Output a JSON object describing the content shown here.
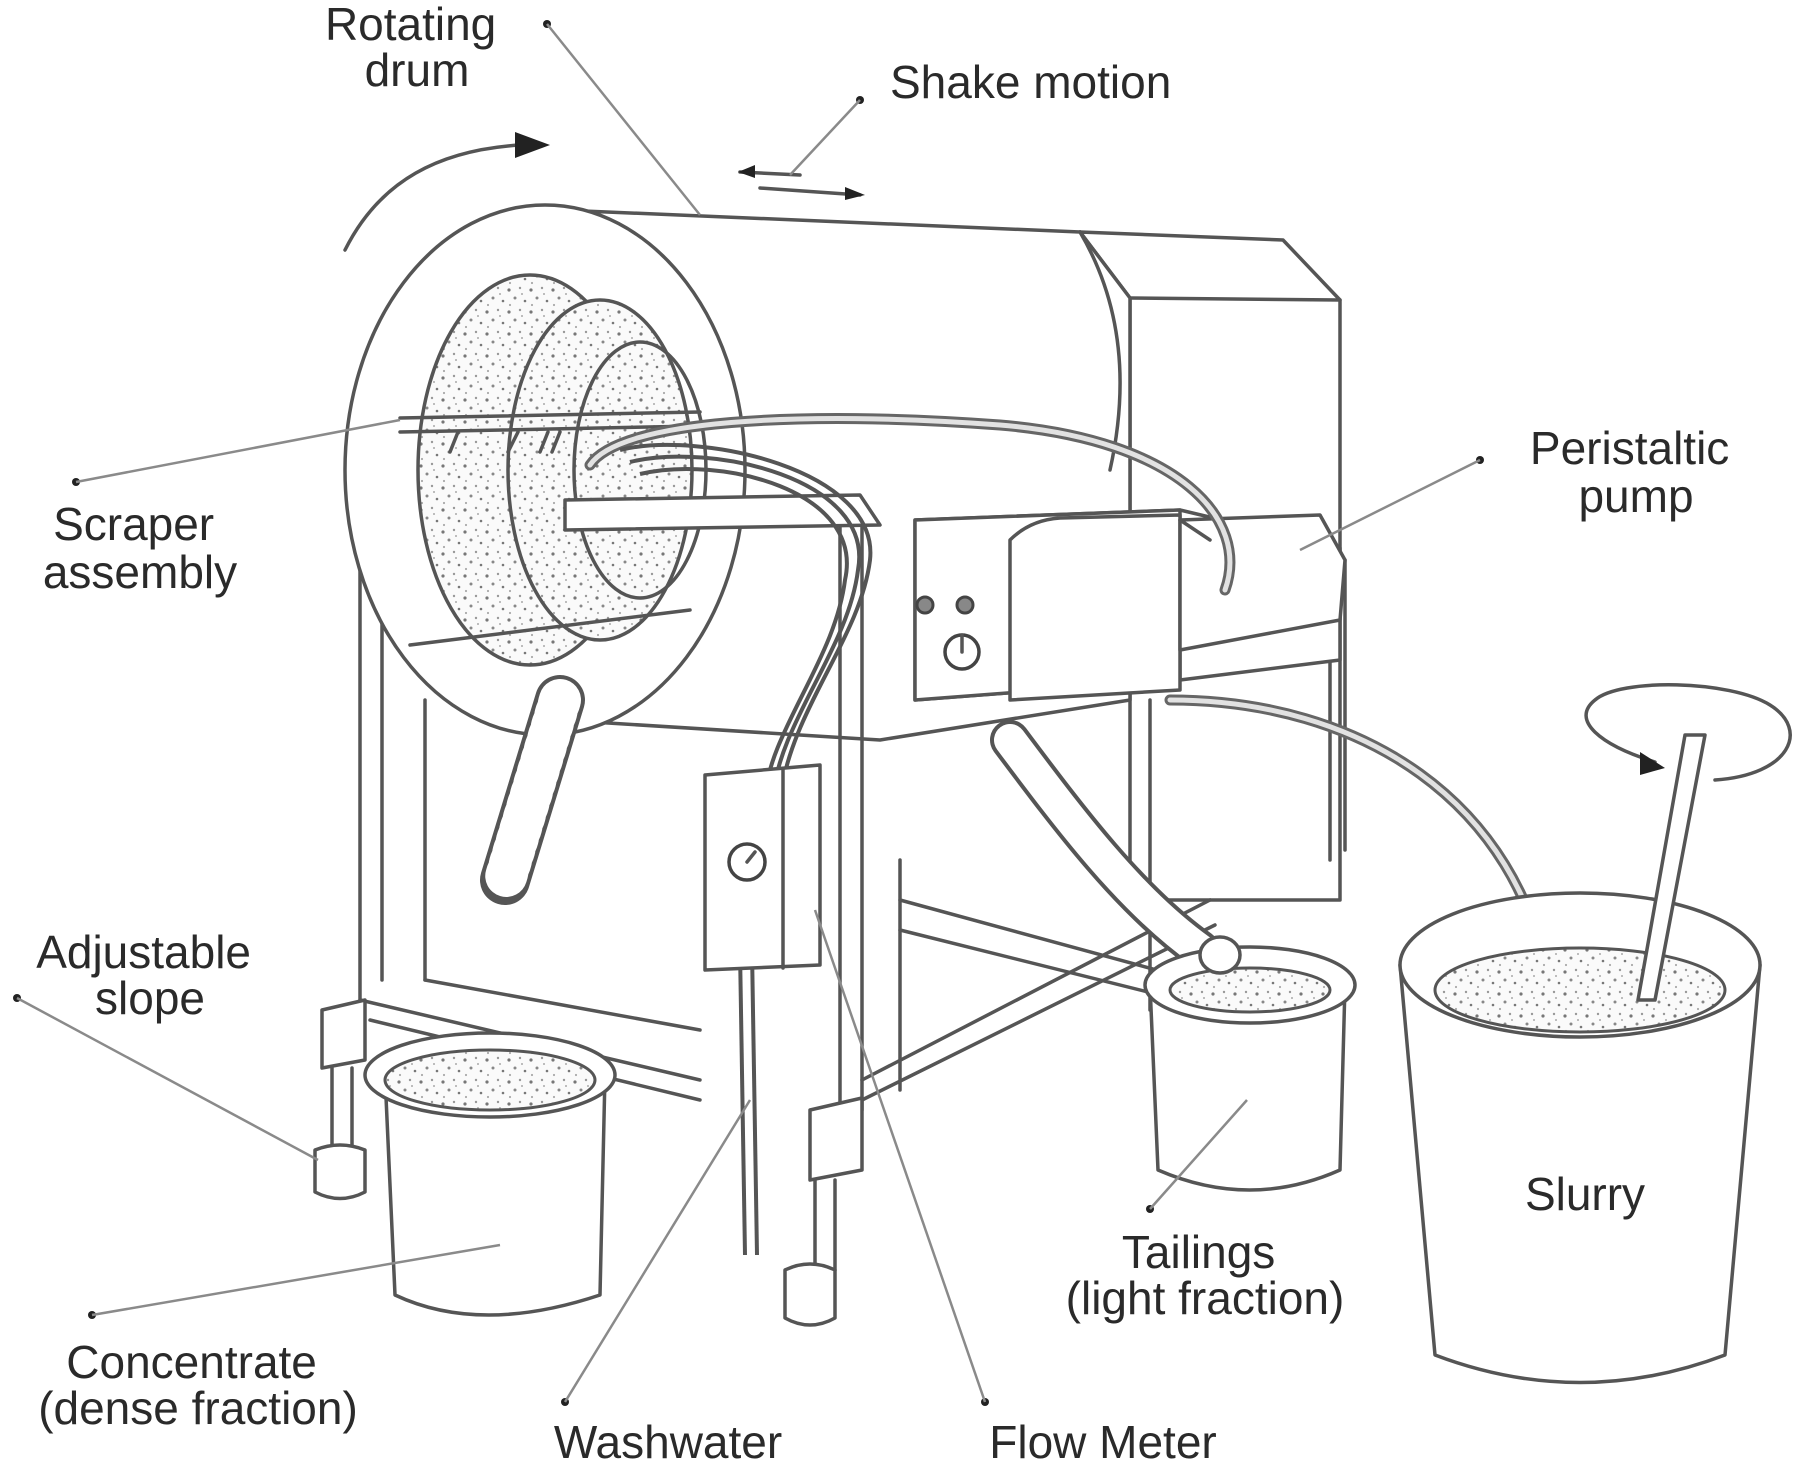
{
  "figure": {
    "title": "Rotating drum gravity separator apparatus",
    "colors": {
      "line": "#555555",
      "text": "#2a2a2a",
      "leader": "#8a8a8a",
      "background": "#ffffff"
    }
  },
  "labels": {
    "rotating_drum": [
      "Rotating",
      "drum"
    ],
    "shake_motion": [
      "Shake motion"
    ],
    "scraper_assembly": [
      "Scraper",
      "assembly"
    ],
    "peristaltic_pump": [
      "Peristaltic",
      "pump"
    ],
    "adjustable_slope": [
      "Adjustable",
      "slope"
    ],
    "concentrate": [
      "Concentrate",
      "(dense fraction)"
    ],
    "washwater": [
      "Washwater"
    ],
    "flow_meter": [
      "Flow Meter"
    ],
    "tailings": [
      "Tailings",
      "(light fraction)"
    ],
    "slurry": [
      "Slurry"
    ]
  },
  "icons": {
    "rotation_arrow": "curved-arrow-icon",
    "shake_arrows": "double-arrow-icon",
    "stir_arrow": "circular-arrow-icon"
  }
}
